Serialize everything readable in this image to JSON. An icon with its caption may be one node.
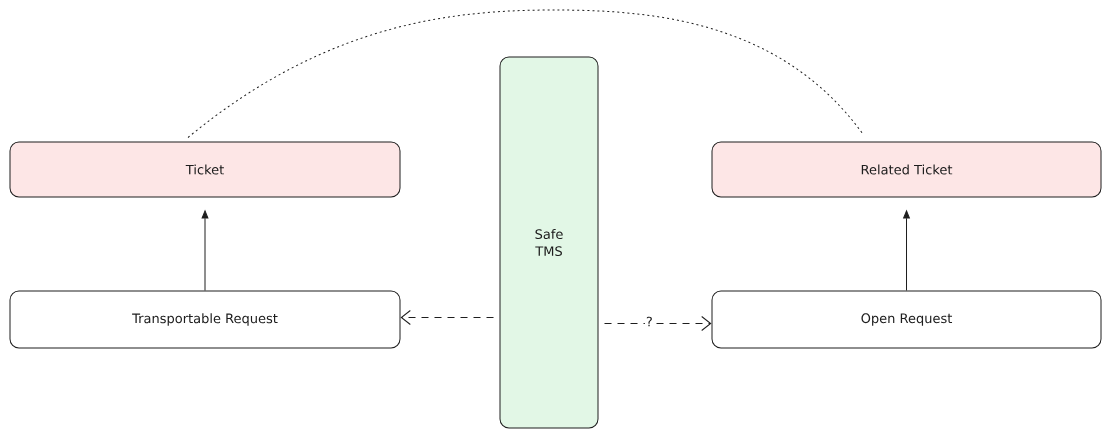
{
  "diagram": {
    "nodes": [
      {
        "text": [
          "Ticket"
        ]
      },
      {
        "text": [
          "Related Ticket"
        ]
      },
      {
        "text": [
          "Safe TMS"
        ]
      },
      {
        "text": [
          "Transportable Request"
        ]
      },
      {
        "text": [
          "Open Request"
        ]
      }
    ],
    "edges": [
      {
        "from": 3,
        "to": 0,
        "arrow": "to"
      },
      {
        "from": 4,
        "to": 1,
        "arrow": "to"
      },
      {
        "from": 2,
        "to": 3,
        "arrow": "to",
        "style": "dashed"
      },
      {
        "from": 2,
        "to": 4,
        "arrow": "to",
        "style": "dashed",
        "label": "?"
      },
      {
        "from": 0,
        "to": 1,
        "arrow": "none",
        "style": "dashed"
      }
    ]
  }
}
